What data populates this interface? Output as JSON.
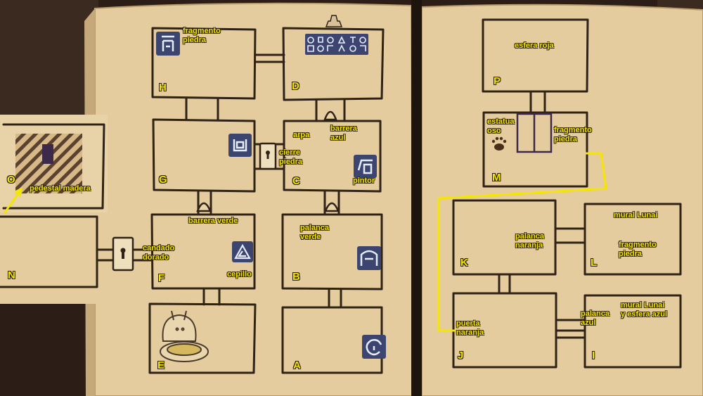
{
  "colors": {
    "parchment": "#e6cfa3",
    "ink": "#2f2216",
    "label": "#f4e600",
    "path": "#f4e600",
    "icon_bg": "#3c4470"
  },
  "rooms": {
    "A": "A",
    "B": "B",
    "C": "C",
    "D": "D",
    "E": "E",
    "F": "F",
    "G": "G",
    "H": "H",
    "I": "I",
    "J": "J",
    "K": "K",
    "L": "L",
    "M": "M",
    "N": "N",
    "O": "O",
    "P": "P"
  },
  "labels": {
    "fragmento_piedra_h": "fragmento\npiedra",
    "arpa": "arpa",
    "barrera_azul": "barrera\nazul",
    "cierre_piedra": "cierre\npiedra",
    "pintor": "pintor",
    "pedestal_madera": "pedestal madera",
    "barrera_verde": "barrera verde",
    "palanca_verde": "palanca\nverde",
    "candado_dorado": "candado\ndorado",
    "cepillo": "cepillo",
    "esfera_roja": "esfera roja",
    "estatua_oso": "estatua\noso",
    "fragmento_piedra_m": "fragmento\npiedra",
    "mural_lunai": "mural Lunai",
    "palanca_naranja": "palanca\nnaranja",
    "fragmento_piedra_l": "fragmento\npiedra",
    "palanca_azul": "palanca\nazul",
    "mural_esfera_azul": "mural Lunai\ny esfera azul",
    "puerta_naranja": "puerta\nnaranja"
  },
  "icons": {
    "h": "stone-glyph-icon",
    "d_row": "symbol-sequence-icon",
    "g": "stone-glyph-icon",
    "c": "stone-glyph-icon",
    "f": "stone-glyph-icon",
    "b": "stone-glyph-icon",
    "a": "stone-glyph-icon",
    "lock_c": "keyhole-icon",
    "lock_f": "keyhole-icon",
    "paw": "bear-paw-icon",
    "rabbit": "rabbit-statue-icon",
    "arrow": "yellow-arrow-icon"
  }
}
